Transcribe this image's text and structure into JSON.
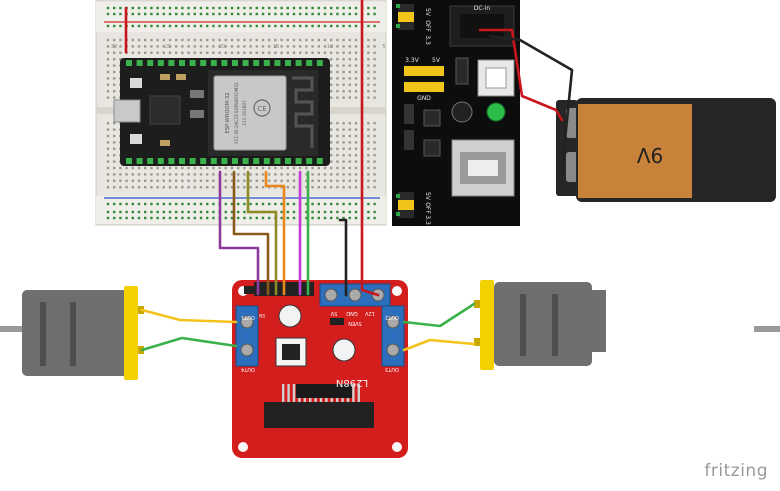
{
  "breadboard": {
    "row_numbers": [
      "30",
      "25",
      "20",
      "15",
      "10",
      "5"
    ]
  },
  "esp32": {
    "shield_text": "ESP-WROOM-32",
    "fcc_id": "FCC ID:2AC7Z-ESPWROOM32",
    "cert_id": "211-161007"
  },
  "power_module": {
    "dc_in": "DC-in",
    "top_jumper": [
      "5V",
      "OFF",
      "3.3"
    ],
    "rail_labels": [
      "3.3V",
      "5V"
    ],
    "gnd": "GND",
    "bottom_jumper": [
      "5V",
      "OFF",
      "3.3"
    ]
  },
  "battery": {
    "label": "9V"
  },
  "driver": {
    "model": "L298N",
    "out1": "OUT1",
    "out2": "OUT2",
    "out3": "OUT3",
    "out4": "OUT4",
    "terminal_labels": [
      "12V",
      "GND",
      "5V"
    ],
    "enable_label": "5VEN",
    "pin_label": "EN"
  },
  "watermark": "fritzing",
  "colors": {
    "breadboard": "#e8e6e0",
    "esp32_board": "#1d1d1d",
    "module_pcb": "#0d0d0d",
    "driver_pcb": "#d41e1e",
    "terminal": "#2b6fbd",
    "motor_body": "#6f6f6f",
    "motor_cap": "#f2d100",
    "battery_body": "#c8823a",
    "battery_top": "#262626",
    "wire_red": "#c8161c",
    "wire_black": "#222222",
    "wire_yellow": "#f4c21c",
    "wire_green": "#3ab14a",
    "wire_purple": "#8d3a9c",
    "wire_brown": "#8a5a1a",
    "wire_orange": "#e8881c",
    "wire_magenta": "#c33bd6",
    "wire_olive": "#8e8a25"
  }
}
